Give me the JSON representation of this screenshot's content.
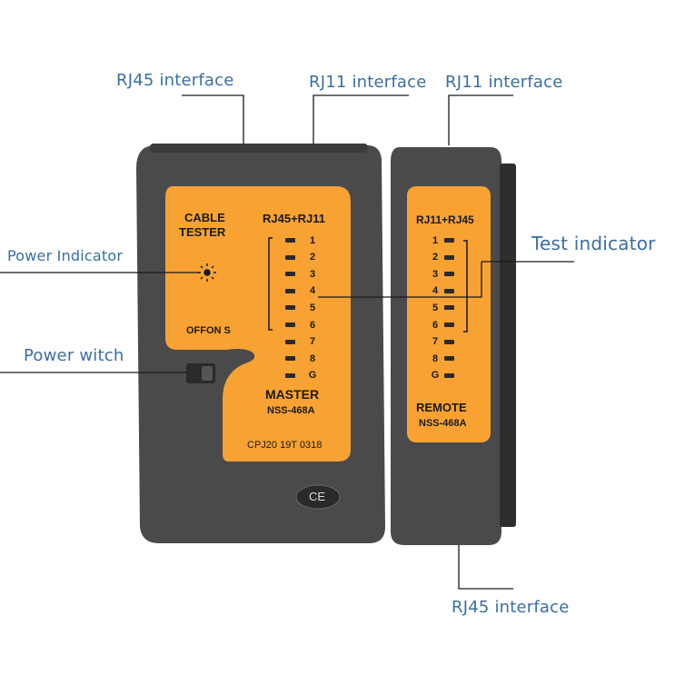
{
  "callouts": {
    "rj45_top": "RJ45 interface",
    "rj11_master": "RJ11 interface",
    "rj11_remote": "RJ11 interface",
    "power_indicator": "Power Indicator",
    "power_switch": "Power witch",
    "test_indicator": "Test indicator",
    "rj45_bottom": "RJ45 interface"
  },
  "master": {
    "title_line1": "CABLE",
    "title_line2": "TESTER",
    "ports": "RJ45+RJ11",
    "switch_label": "OFFON S",
    "name": "MASTER",
    "model": "NSS-468A",
    "serial": "CPJ20 19T 0318",
    "mark": "CE",
    "leds": [
      "1",
      "2",
      "3",
      "4",
      "5",
      "6",
      "7",
      "8",
      "G"
    ]
  },
  "remote": {
    "ports": "RJ11+RJ45",
    "name": "REMOTE",
    "model": "NSS-468A",
    "leds": [
      "1",
      "2",
      "3",
      "4",
      "5",
      "6",
      "7",
      "8",
      "G"
    ]
  },
  "colors": {
    "body": "#4a4a4c",
    "panel": "#f7a233",
    "callout_text": "#3a6ea5"
  }
}
